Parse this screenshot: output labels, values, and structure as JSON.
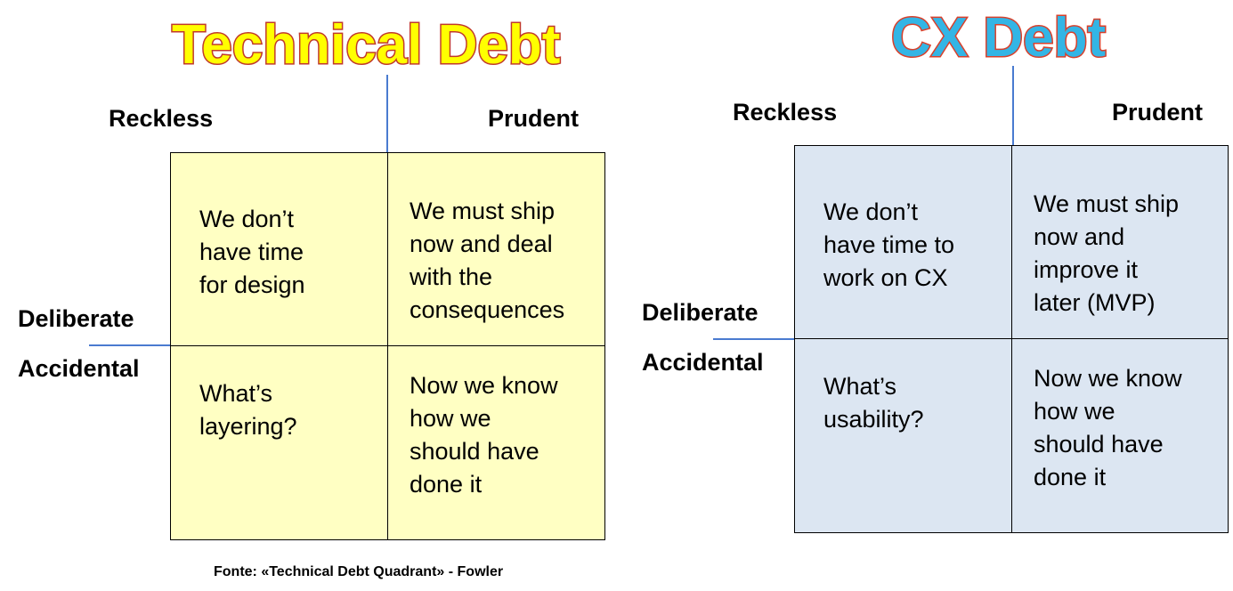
{
  "technical": {
    "title": "Technical Debt",
    "reckless": "Reckless",
    "prudent": "Prudent",
    "deliberate": "Deliberate",
    "accidental": "Accidental",
    "quadrants": {
      "reckless_deliberate": "We don’t\nhave time\nfor design",
      "prudent_deliberate": "We must ship\nnow and deal\nwith the\nconsequences",
      "reckless_accidental": "What’s\nlayering?",
      "prudent_accidental": "Now we know\nhow we\nshould have\ndone it"
    },
    "colors": {
      "fill": "#ffffc3",
      "title_fill": "#ffff00",
      "title_stroke": "#c0392b"
    }
  },
  "cx": {
    "title": "CX Debt",
    "reckless": "Reckless",
    "prudent": "Prudent",
    "deliberate": "Deliberate",
    "accidental": "Accidental",
    "quadrants": {
      "reckless_deliberate": "We don’t\nhave time to\nwork on  CX",
      "prudent_deliberate": "We must ship\nnow and\nimprove it\nlater (MVP)",
      "reckless_accidental": "What’s\nusability?",
      "prudent_accidental": "Now we know\nhow we\nshould have\ndone it"
    },
    "colors": {
      "fill": "#dce6f2",
      "title_fill": "#33b5e5",
      "title_stroke": "#d9402b"
    }
  },
  "source": "Fonte:  «Technical Debt Quadrant» - Fowler",
  "connector_color": "#4a7bd0"
}
